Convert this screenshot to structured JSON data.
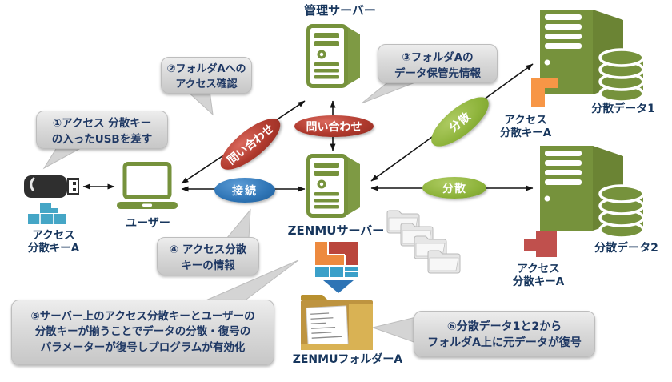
{
  "labels": {
    "management_server": "管理サーバー",
    "zenmu_server": "ZENMUサーバー",
    "user": "ユーザー",
    "usb_key_line1": "アクセス",
    "usb_key_line2": "分散キーA",
    "data1": "分散データ1",
    "data1_key_line1": "アクセス",
    "data1_key_line2": "分散キーA",
    "data2": "分散データ2",
    "data2_key_line1": "アクセス",
    "data2_key_line2": "分散キーA",
    "zenmu_folder": "ZENMUフォルダーA"
  },
  "connectors": {
    "inquiry_user_mgmt": "問い合わせ",
    "inquiry_mgmt_zenmu": "問い合わせ",
    "connect": "接続",
    "distribute_1": "分散",
    "distribute_2": "分散"
  },
  "bubbles": {
    "step1": {
      "line1": "①アクセス 分散キー",
      "line2": "の入ったUSBを差す"
    },
    "step2": {
      "line1": "②フォルダAへの",
      "line2": "アクセス確認"
    },
    "step3": {
      "line1": "③フォルダAの",
      "line2": "データ保管先情報"
    },
    "step4": {
      "line1": "④ アクセス分散",
      "line2": "キーの情報"
    },
    "step5": {
      "line1": "⑤サーバー上のアクセス分散キーとユーザーの",
      "line2": "分散キーが揃うことでデータの分散・復号の",
      "line3": "パラメーターが復号しプログラムが有効化"
    },
    "step6": {
      "line1": "⑥分散データ1と2から",
      "line2": "フォルダA上に元データが復号"
    }
  },
  "icons": {
    "management_server": "server-tower-outline",
    "zenmu_server": "server-tower-outline",
    "user": "laptop",
    "usb": "usb-memory-stick",
    "usb_key": "light-blue-key-blocks",
    "data1_server": "server-tower-with-database",
    "data2_server": "server-tower-with-database",
    "data1_key": "orange-key-block",
    "data2_key": "red-key-block",
    "zenmu_key_mosaic": "assembled-key-mosaic",
    "down_arrow": "blue-down-triangle",
    "folders_stack": "stacked-gray-folders",
    "zenmu_folder": "folder-with-documents"
  },
  "colors": {
    "server_green": "#76923C",
    "server_green_dark": "#6B8434",
    "oval_red": "#B03A2E",
    "oval_blue": "#2E74B5",
    "oval_green": "#8DB33A",
    "bubble_gray": "#D9D9D9",
    "caption_navy": "#17365D",
    "bubble_text_navy": "#1F3864",
    "key_light_blue": "#45A6C6",
    "key_orange": "#F79646",
    "key_red": "#C0504D",
    "folder_tan": "#BE9440",
    "usb_dark": "#2F2F2F",
    "arrow_black": "#141414"
  }
}
